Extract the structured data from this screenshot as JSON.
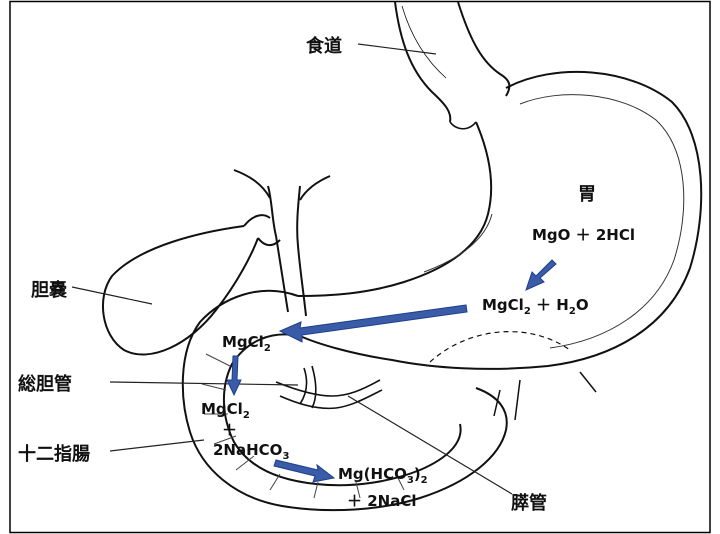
{
  "labels": {
    "esophagus": "食道",
    "stomach": "胃",
    "gallbladder": "胆嚢",
    "common_bile_duct": "総胆管",
    "duodenum": "十二指腸",
    "pancreatic_duct": "膵管"
  },
  "reactions": {
    "stomach_reactants": "MgO ＋ 2HCl",
    "stomach_products": {
      "mgcl": "MgCl",
      "mgcl_sub": "2",
      "plus": "＋",
      "h": "H",
      "h_sub": "2",
      "o": "O"
    },
    "duodenum_entry": {
      "mgcl": "MgCl",
      "mgcl_sub": "2"
    },
    "duodenum_reactant1": {
      "mgcl": "MgCl",
      "mgcl_sub": "2"
    },
    "plus_sign": "＋",
    "duodenum_reactant2": {
      "a": "2NaHCO",
      "sub": "3"
    },
    "duodenum_product1": {
      "a": "Mg(HCO",
      "sub": "3",
      "b": ")",
      "sub2": "2"
    },
    "duodenum_product2": "＋ 2NaCl"
  },
  "colors": {
    "arrow": "#3a5ca8",
    "arrow_stroke": "#1e3f8a",
    "line": "#111111",
    "frame": "#000000"
  }
}
